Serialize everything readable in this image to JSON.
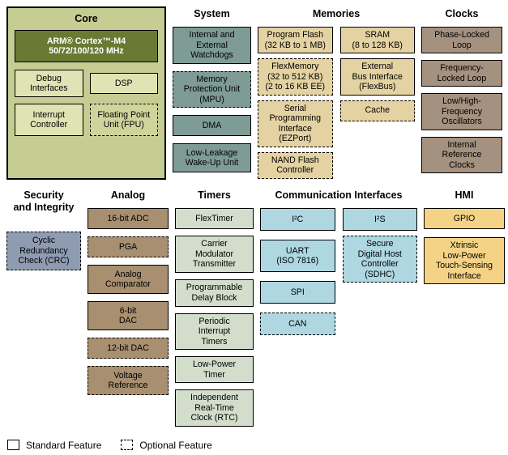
{
  "legend": {
    "standard_label": "Standard Feature",
    "optional_label": "Optional Feature"
  },
  "colors": {
    "core_bg": "#c6cd92",
    "core_dark_block": "#6a7a33",
    "core_light_block": "#dfe4b4",
    "system_block": "#7e9b95",
    "memories_block": "#e4d2a2",
    "clocks_block": "#a5917f",
    "security_block": "#8e9cb2",
    "analog_block": "#a78f70",
    "timers_block": "#d2decb",
    "comm_block": "#aed7e2",
    "hmi_block": "#f5d386"
  },
  "sections": {
    "core": {
      "title": "Core",
      "arm_label": "ARM® Cortex™-M4\n50/72/100/120 MHz",
      "blocks": [
        {
          "label": "Debug\nInterfaces",
          "optional": false
        },
        {
          "label": "DSP",
          "optional": false
        },
        {
          "label": "Interrupt\nController",
          "optional": false
        },
        {
          "label": "Floating Point\nUnit (FPU)",
          "optional": true
        }
      ]
    },
    "system": {
      "title": "System",
      "blocks": [
        {
          "label": "Internal and\nExternal\nWatchdogs",
          "optional": false
        },
        {
          "label": "Memory\nProtection Unit\n(MPU)",
          "optional": true
        },
        {
          "label": "DMA",
          "optional": false
        },
        {
          "label": "Low-Leakage\nWake-Up Unit",
          "optional": false
        }
      ]
    },
    "memories": {
      "title": "Memories",
      "left": [
        {
          "label": "Program Flash\n(32 KB to 1 MB)",
          "optional": false
        },
        {
          "label": "FlexMemory\n(32 to 512 KB)\n(2 to 16 KB EE)",
          "optional": true
        },
        {
          "label": "Serial\nProgramming\nInterface\n(EZPort)",
          "optional": true
        },
        {
          "label": "NAND Flash\nController",
          "optional": true
        }
      ],
      "right": [
        {
          "label": "SRAM\n(8 to 128 KB)",
          "optional": false
        },
        {
          "label": "External\nBus Interface\n(FlexBus)",
          "optional": false
        },
        {
          "label": "Cache",
          "optional": true
        }
      ]
    },
    "clocks": {
      "title": "Clocks",
      "blocks": [
        {
          "label": "Phase-Locked\nLoop",
          "optional": false
        },
        {
          "label": "Frequency-\nLocked Loop",
          "optional": false
        },
        {
          "label": "Low/High-\nFrequency\nOscillators",
          "optional": false
        },
        {
          "label": "Internal\nReference\nClocks",
          "optional": false
        }
      ]
    },
    "security": {
      "title": "Security\nand Integrity",
      "blocks": [
        {
          "label": "Cyclic\nRedundancy\nCheck (CRC)",
          "optional": true
        }
      ]
    },
    "analog": {
      "title": "Analog",
      "blocks": [
        {
          "label": "16-bit ADC",
          "optional": false
        },
        {
          "label": "PGA",
          "optional": true
        },
        {
          "label": "Analog\nComparator",
          "optional": false
        },
        {
          "label": "6-bit\nDAC",
          "optional": false
        },
        {
          "label": "12-bit DAC",
          "optional": true
        },
        {
          "label": "Voltage\nReference",
          "optional": true
        }
      ]
    },
    "timers": {
      "title": "Timers",
      "blocks": [
        {
          "label": "FlexTimer",
          "optional": false
        },
        {
          "label": "Carrier\nModulator\nTransmitter",
          "optional": false
        },
        {
          "label": "Programmable\nDelay Block",
          "optional": false
        },
        {
          "label": "Periodic\nInterrupt\nTimers",
          "optional": false
        },
        {
          "label": "Low-Power\nTimer",
          "optional": false
        },
        {
          "label": "Independent\nReal-Time\nClock (RTC)",
          "optional": false
        }
      ]
    },
    "comm": {
      "title": "Communication Interfaces",
      "left": [
        {
          "label": "I²C",
          "optional": false
        },
        {
          "label": "UART\n(ISO 7816)",
          "optional": false
        },
        {
          "label": "SPI",
          "optional": false
        },
        {
          "label": "CAN",
          "optional": true
        }
      ],
      "right": [
        {
          "label": "I²S",
          "optional": false
        },
        {
          "label": "Secure\nDigital Host\nController\n(SDHC)",
          "optional": true
        }
      ]
    },
    "hmi": {
      "title": "HMI",
      "blocks": [
        {
          "label": "GPIO",
          "optional": false
        },
        {
          "label": "Xtrinsic\nLow-Power\nTouch-Sensing\nInterface",
          "optional": false
        }
      ]
    }
  }
}
